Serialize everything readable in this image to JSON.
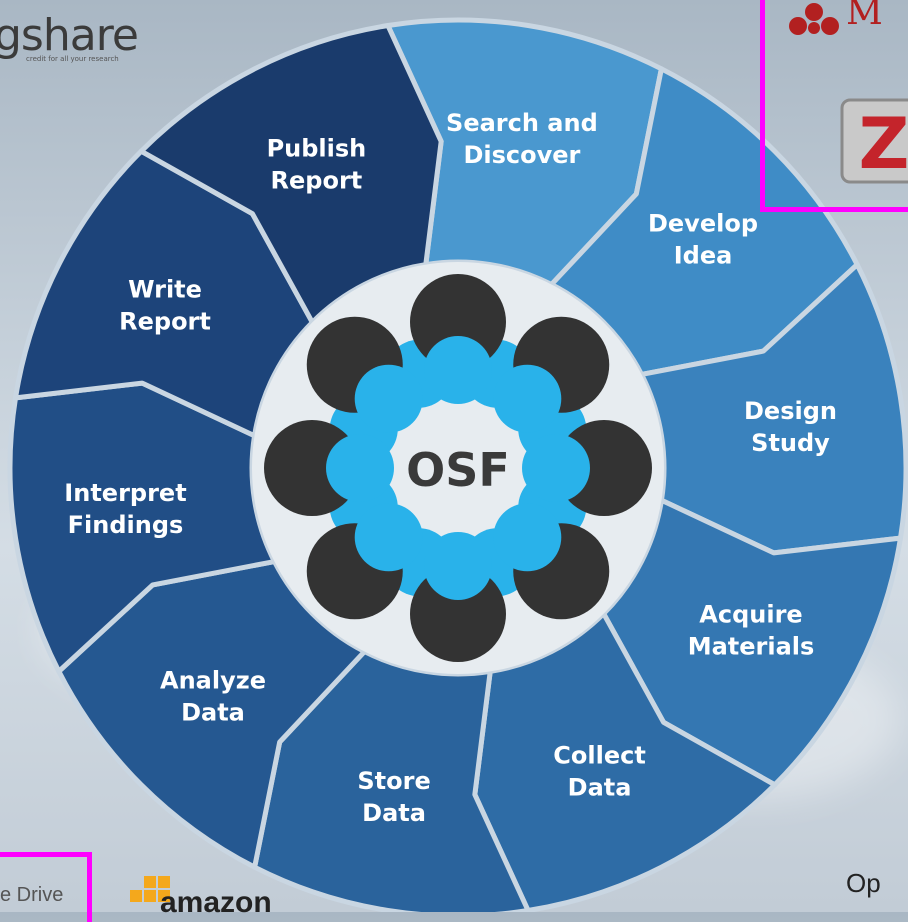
{
  "diagram": {
    "center_label": "OSF",
    "segments": [
      {
        "lines": [
          "Search and",
          "Discover"
        ],
        "color": "#4a98cf"
      },
      {
        "lines": [
          "Develop",
          "Idea"
        ],
        "color": "#3f8cc6"
      },
      {
        "lines": [
          "Design",
          "Study"
        ],
        "color": "#3a82bd"
      },
      {
        "lines": [
          "Acquire",
          "Materials"
        ],
        "color": "#3477b2"
      },
      {
        "lines": [
          "Collect",
          "Data"
        ],
        "color": "#2e6ca6"
      },
      {
        "lines": [
          "Store",
          "Data"
        ],
        "color": "#2a639c"
      },
      {
        "lines": [
          "Analyze",
          "Data"
        ],
        "color": "#255891"
      },
      {
        "lines": [
          "Interpret",
          "Findings"
        ],
        "color": "#214e86"
      },
      {
        "lines": [
          "Write",
          "Report"
        ],
        "color": "#1d447a"
      },
      {
        "lines": [
          "Publish",
          "Report"
        ],
        "color": "#1a3b6c"
      }
    ],
    "colors": {
      "inner_disc": "#e7ecf0",
      "node_dark": "#333333",
      "node_light": "#29b2ea",
      "highlight_box": "#ff00ff"
    }
  },
  "logos": {
    "figshare_main": "gshare",
    "figshare_tagline": "credit for all your research",
    "mendeley_text": "M",
    "zotero_letter": "Z",
    "drive_text": "e Drive",
    "amazon_text": "amazon",
    "corner_text": "Op"
  }
}
